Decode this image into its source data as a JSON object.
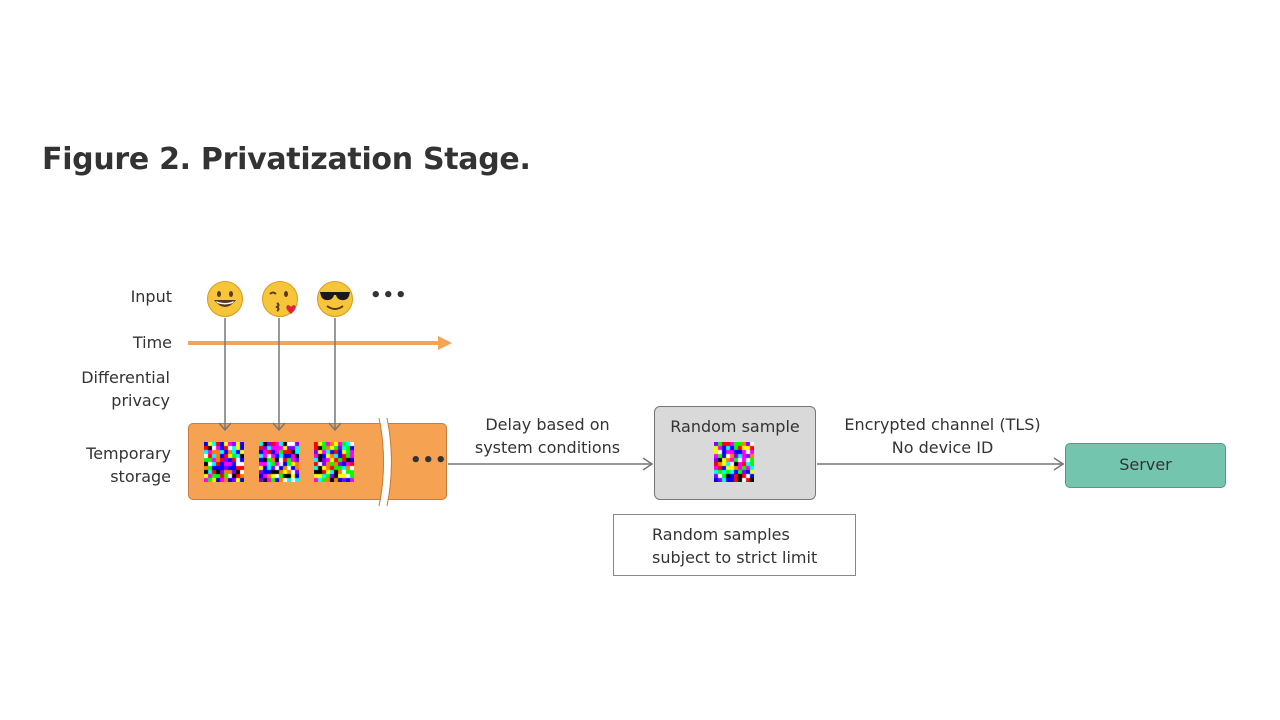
{
  "title": "Figure 2. Privatization Stage.",
  "row_labels": {
    "input": "Input",
    "time": "Time",
    "differential_privacy_line1": "Differential",
    "differential_privacy_line2": "privacy",
    "temporary_storage_line1": "Temporary",
    "temporary_storage_line2": "storage"
  },
  "inputs": [
    {
      "emoji": "grinning-face"
    },
    {
      "emoji": "face-blowing-kiss"
    },
    {
      "emoji": "smiling-face-with-sunglasses"
    }
  ],
  "ellipsis": "•••",
  "delay_caption": {
    "line1": "Delay based on",
    "line2": "system conditions"
  },
  "random_sample": {
    "label": "Random sample"
  },
  "note": {
    "line1": "Random samples",
    "line2": "subject to strict limit"
  },
  "channel_caption": {
    "line1": "Encrypted channel (TLS)",
    "line2": "No device ID"
  },
  "server": {
    "label": "Server"
  },
  "colors": {
    "time_arrow": "#f5a455",
    "storage": "#f6a253",
    "random_sample_box": "#d9d9d9",
    "server": "#73c6ad"
  }
}
